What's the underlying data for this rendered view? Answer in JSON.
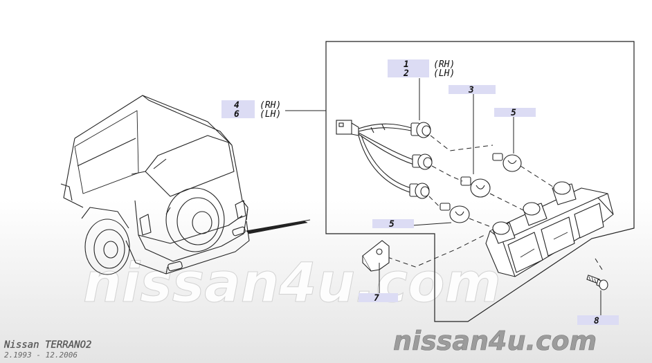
{
  "watermark": {
    "center": "nissan4u.com",
    "corner": "nissan4u.com"
  },
  "vehicle": {
    "model": "Nissan  TERRANO2",
    "period": "2.1993 - 12.2006"
  },
  "callouts": {
    "part_1": "1",
    "part_2": "2",
    "side_1": "(RH)",
    "side_2": "(LH)",
    "part_3": "3",
    "part_4": "4",
    "part_6": "6",
    "side_4": "(RH)",
    "side_6": "(LH)",
    "part_5a": "5",
    "part_5b": "5",
    "part_7": "7",
    "part_8": "8"
  },
  "colors": {
    "label_box": "#dcdcf4",
    "line": "#222222",
    "watermark": "#c8c8c8",
    "watermark_corner": "#9a9a9a"
  }
}
